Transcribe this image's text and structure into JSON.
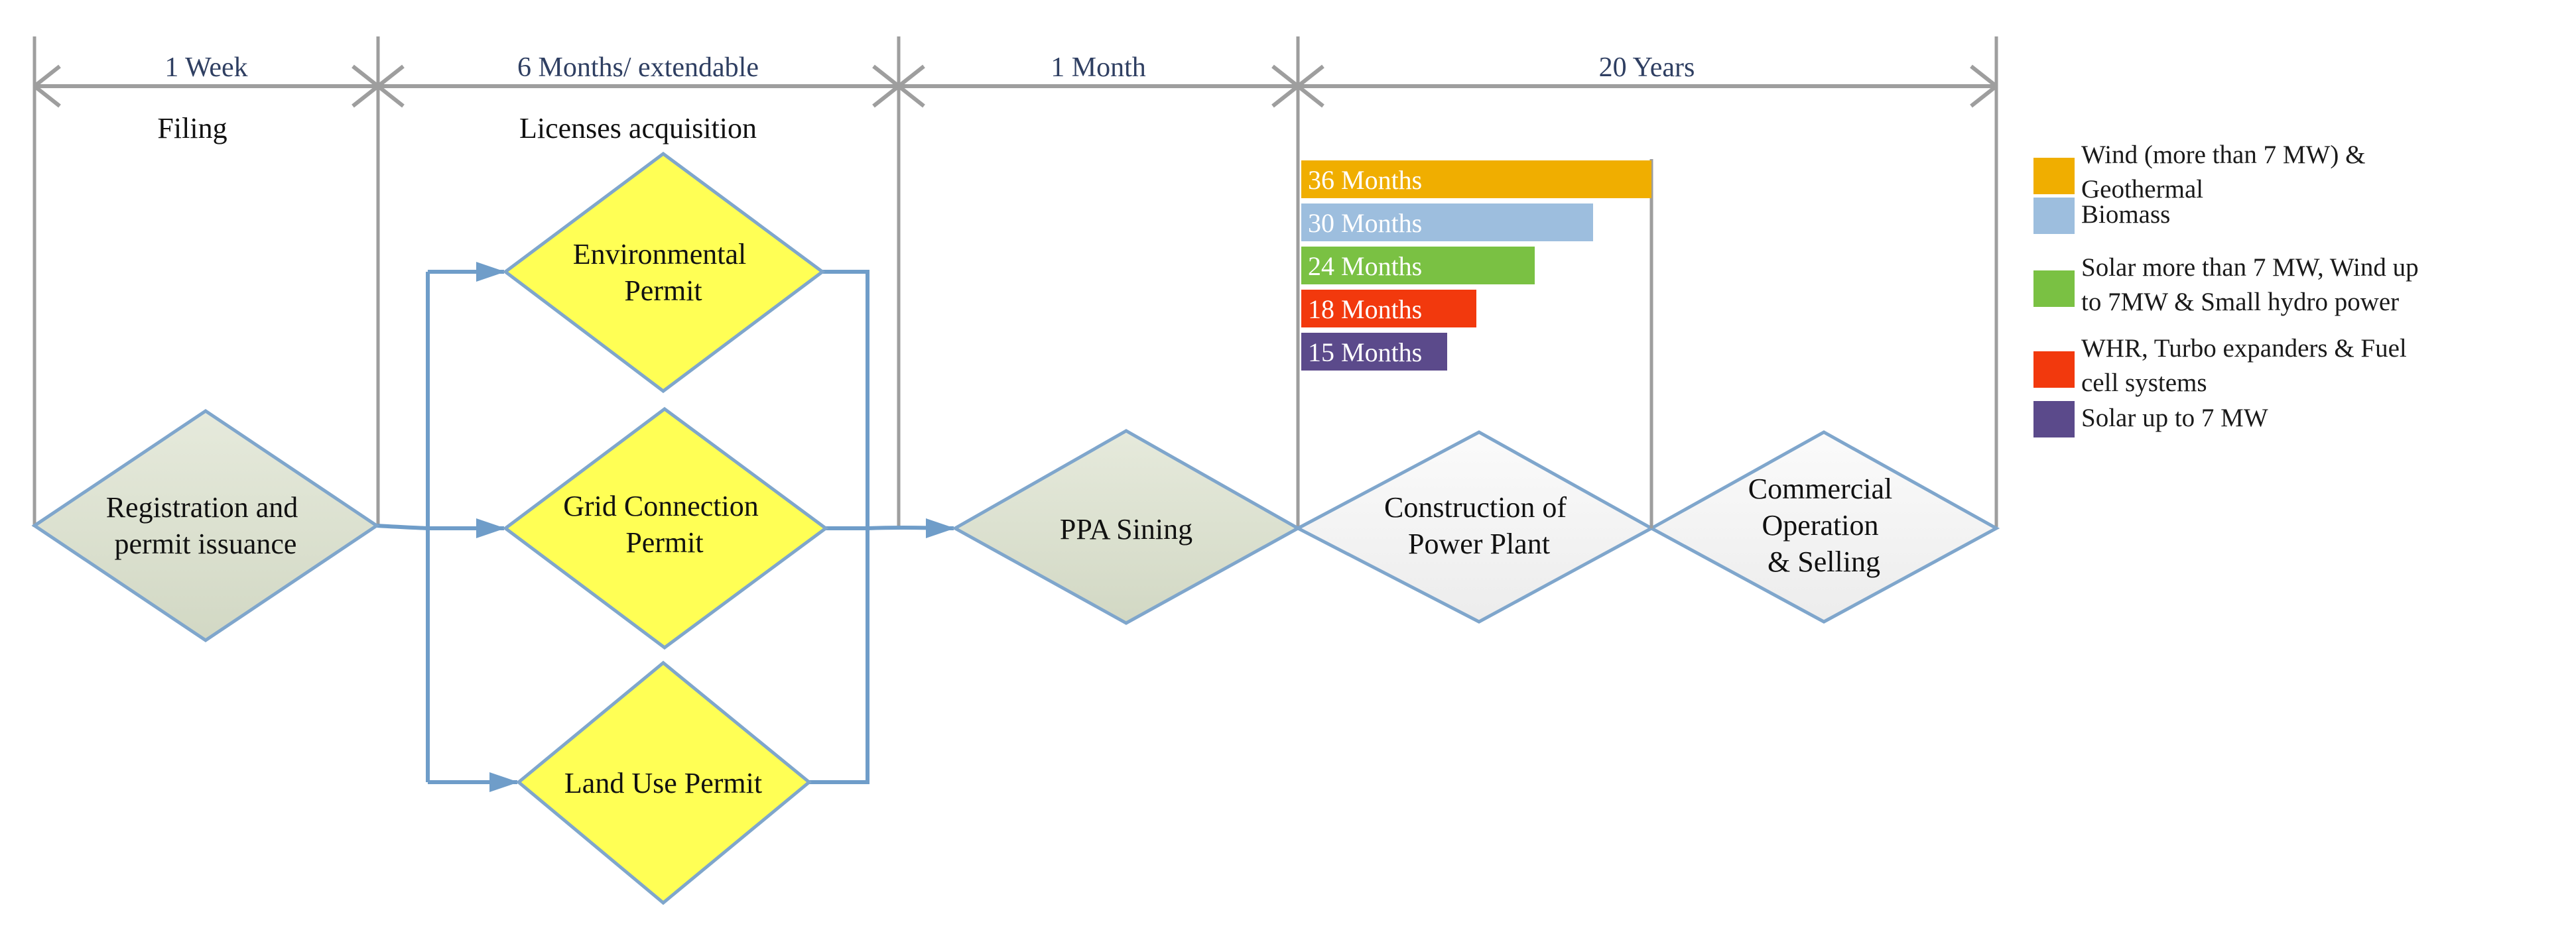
{
  "phases": [
    {
      "duration": "1 Week",
      "title": "Filing"
    },
    {
      "duration": "6 Months/ extendable",
      "title": "Licenses acquisition"
    },
    {
      "duration": "1 Month",
      "title": ""
    },
    {
      "duration": "20 Years",
      "title": ""
    }
  ],
  "nodes": {
    "registration": [
      "Registration and",
      "permit issuance"
    ],
    "environmental": [
      "Environmental",
      "Permit"
    ],
    "grid": [
      "Grid Connection",
      "Permit"
    ],
    "land": [
      "Land Use Permit"
    ],
    "ppa": [
      "PPA Sining"
    ],
    "construction": [
      "Construction of",
      "Power Plant"
    ],
    "commercial": [
      "Commercial",
      "Operation",
      "& Selling"
    ]
  },
  "construction_durations": [
    {
      "label": "36 Months",
      "months": 36,
      "color": "#f0ae00"
    },
    {
      "label": "30 Months",
      "months": 30,
      "color": "#9dbede"
    },
    {
      "label": "24 Months",
      "months": 24,
      "color": "#7ac143"
    },
    {
      "label": "18 Months",
      "months": 18,
      "color": "#f2390d"
    },
    {
      "label": "15 Months",
      "months": 15,
      "color": "#5b4a8b"
    }
  ],
  "legend": [
    {
      "lines": [
        "Wind (more than 7 MW) &",
        "Geothermal"
      ],
      "color": "#f0ae00"
    },
    {
      "lines": [
        "Biomass"
      ],
      "color": "#9dbede"
    },
    {
      "lines": [
        "Solar more than 7 MW, Wind up",
        "to 7MW & Small hydro power"
      ],
      "color": "#7ac143"
    },
    {
      "lines": [
        "WHR, Turbo expanders & Fuel",
        "cell systems"
      ],
      "color": "#f2390d"
    },
    {
      "lines": [
        "Solar up to 7 MW"
      ],
      "color": "#5b4a8b"
    }
  ],
  "colors": {
    "yellow_node": "#ffff55",
    "gray_node": "#dde2d2",
    "white_node": "#f4f4f4",
    "outline": "#7fa6cc",
    "connector": "#6f9dc9",
    "divider": "#9e9e9e"
  }
}
